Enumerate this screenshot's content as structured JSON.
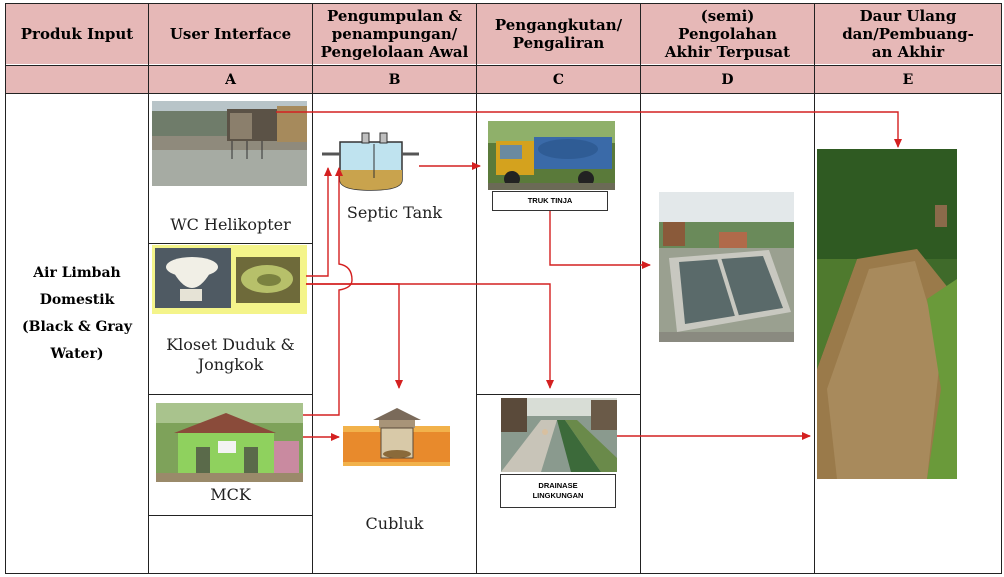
{
  "headers": {
    "produk_input": "Produk Input",
    "user_interface": "User Interface",
    "pengumpulan": "Pengumpulan & penampungan/ Pengelolaan Awal",
    "pengangkutan": "Pengangkutan/ Pengaliran",
    "pengolahan": "(semi) Pengolahan Akhir Terpusat",
    "daur_ulang": "Daur Ulang dan/Pembuang-an Akhir"
  },
  "columns": {
    "a": "A",
    "b": "B",
    "c": "C",
    "d": "D",
    "e": "E"
  },
  "row_label": {
    "line1": "Air Limbah",
    "line2": "Domestik",
    "line3": "(Black & Gray",
    "line4": "Water)"
  },
  "interfaces": {
    "wc_helikopter": "WC Helikopter",
    "kloset_line1": "Kloset Duduk &",
    "kloset_line2": "Jongkok",
    "mck": "MCK"
  },
  "storage": {
    "septic_tank": "Septic Tank",
    "cubluk": "Cubluk"
  },
  "transport": {
    "truk_tinja": "TRUK TINJA",
    "drainase_line1": "DRAINASE",
    "drainase_line2": "LINGKUNGAN"
  },
  "colors": {
    "header_bg": "#e6b8b7",
    "arrow": "#d42020"
  }
}
